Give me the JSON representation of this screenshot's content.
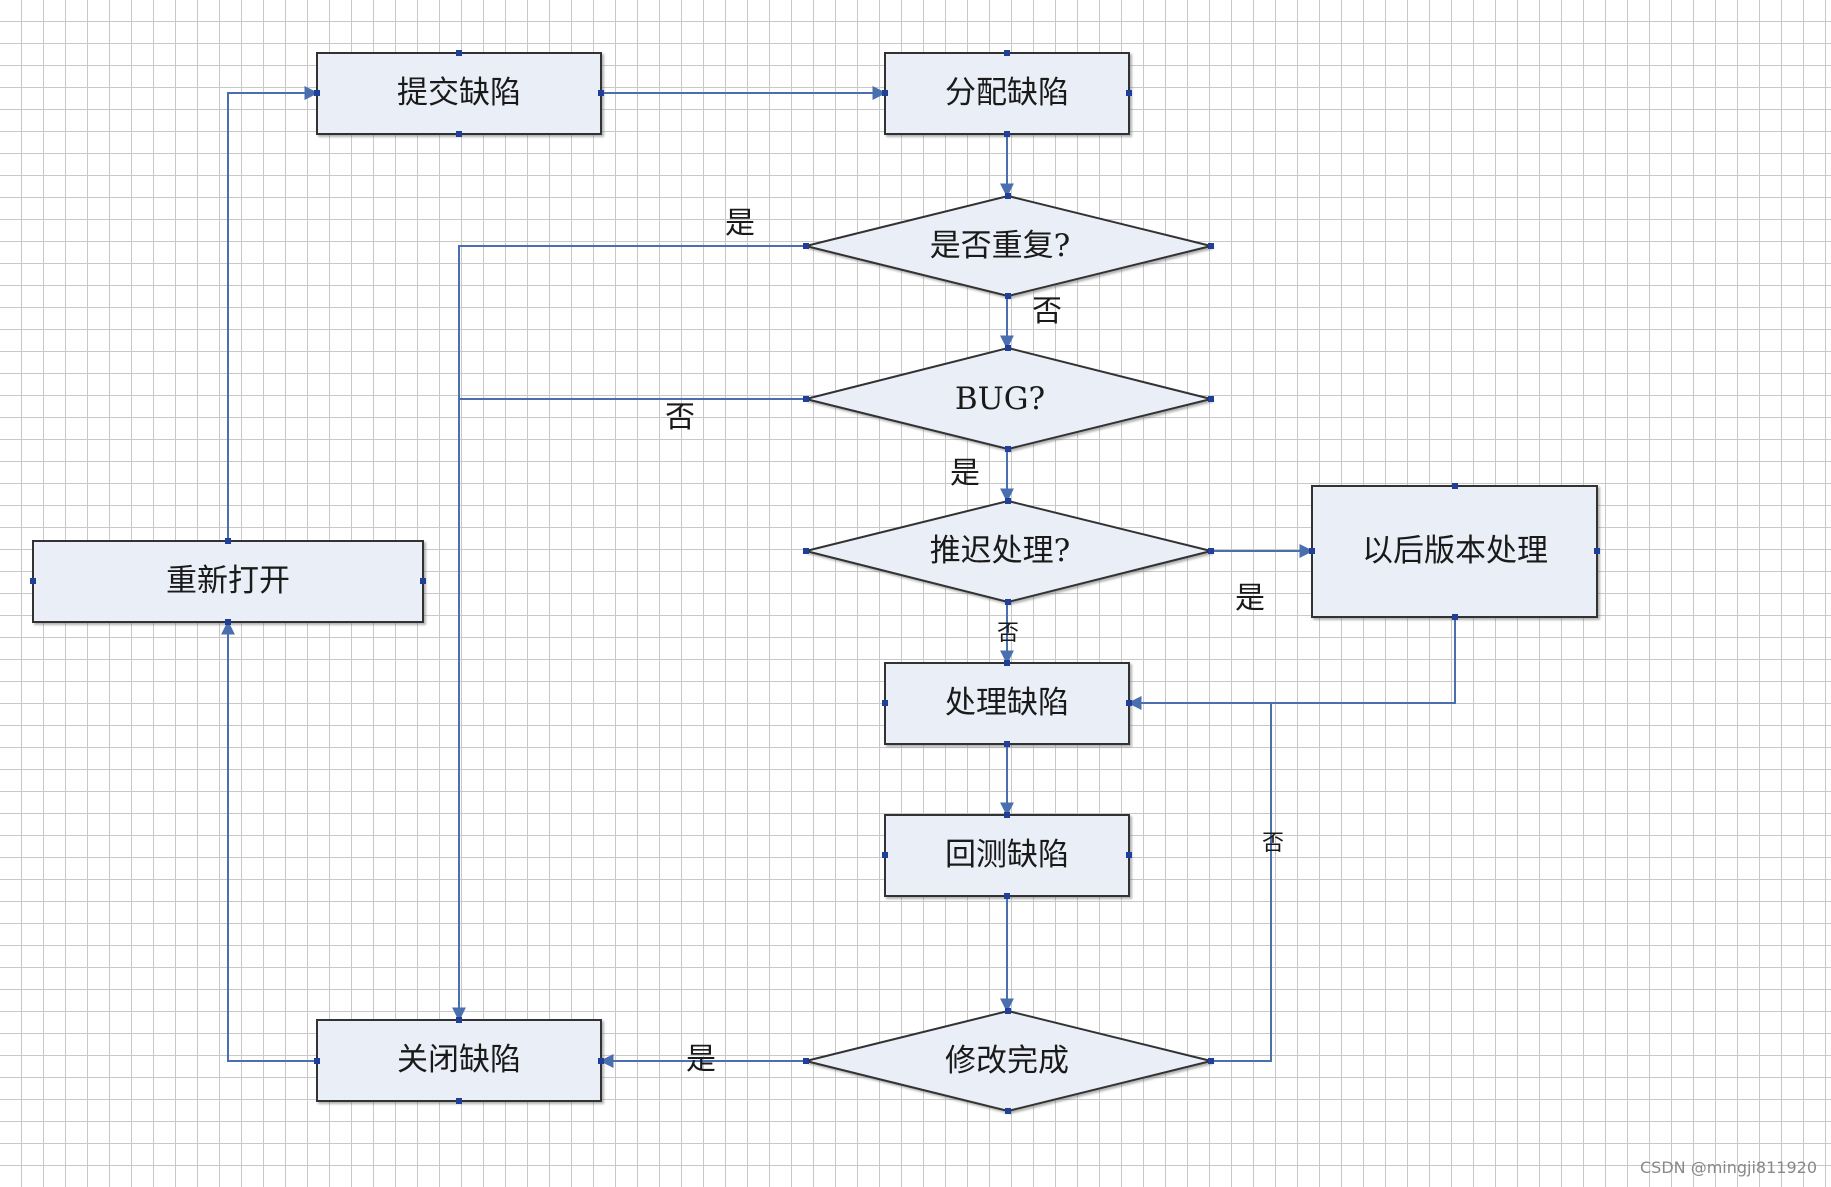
{
  "diagram": {
    "colors": {
      "line": "#4a6fae",
      "box_fill": "#eaeef6",
      "box_stroke": "#333333",
      "handle": "#1f3f9a"
    },
    "nodes": [
      {
        "id": "submit-defect",
        "shape": "process",
        "label": "提交缺陷"
      },
      {
        "id": "assign-defect",
        "shape": "process",
        "label": "分配缺陷"
      },
      {
        "id": "is-duplicate",
        "shape": "decision",
        "label": "是否重复?"
      },
      {
        "id": "is-bug",
        "shape": "decision",
        "label": "BUG?"
      },
      {
        "id": "defer",
        "shape": "decision",
        "label": "推迟处理?"
      },
      {
        "id": "later-version",
        "shape": "process",
        "label": "以后版本处理"
      },
      {
        "id": "handle-defect",
        "shape": "process",
        "label": "处理缺陷"
      },
      {
        "id": "retest-defect",
        "shape": "process",
        "label": "回测缺陷"
      },
      {
        "id": "fix-done",
        "shape": "decision",
        "label": "修改完成"
      },
      {
        "id": "close-defect",
        "shape": "process",
        "label": "关闭缺陷"
      },
      {
        "id": "reopen",
        "shape": "process",
        "label": "重新打开"
      }
    ],
    "edges": [
      {
        "from": "submit-defect",
        "to": "assign-defect",
        "label": ""
      },
      {
        "from": "assign-defect",
        "to": "is-duplicate",
        "label": ""
      },
      {
        "from": "is-duplicate",
        "to": "is-bug",
        "label": "否"
      },
      {
        "from": "is-duplicate",
        "to": "close-defect",
        "label": "是"
      },
      {
        "from": "is-bug",
        "to": "close-defect",
        "label": "否"
      },
      {
        "from": "is-bug",
        "to": "defer",
        "label": "是"
      },
      {
        "from": "defer",
        "to": "later-version",
        "label": "是"
      },
      {
        "from": "defer",
        "to": "handle-defect",
        "label": "否"
      },
      {
        "from": "later-version",
        "to": "handle-defect",
        "label": ""
      },
      {
        "from": "handle-defect",
        "to": "retest-defect",
        "label": ""
      },
      {
        "from": "retest-defect",
        "to": "fix-done",
        "label": ""
      },
      {
        "from": "fix-done",
        "to": "handle-defect",
        "label": "否"
      },
      {
        "from": "fix-done",
        "to": "close-defect",
        "label": "是"
      },
      {
        "from": "close-defect",
        "to": "reopen",
        "label": ""
      },
      {
        "from": "reopen",
        "to": "submit-defect",
        "label": ""
      }
    ]
  },
  "watermark": "CSDN @mingji811920"
}
